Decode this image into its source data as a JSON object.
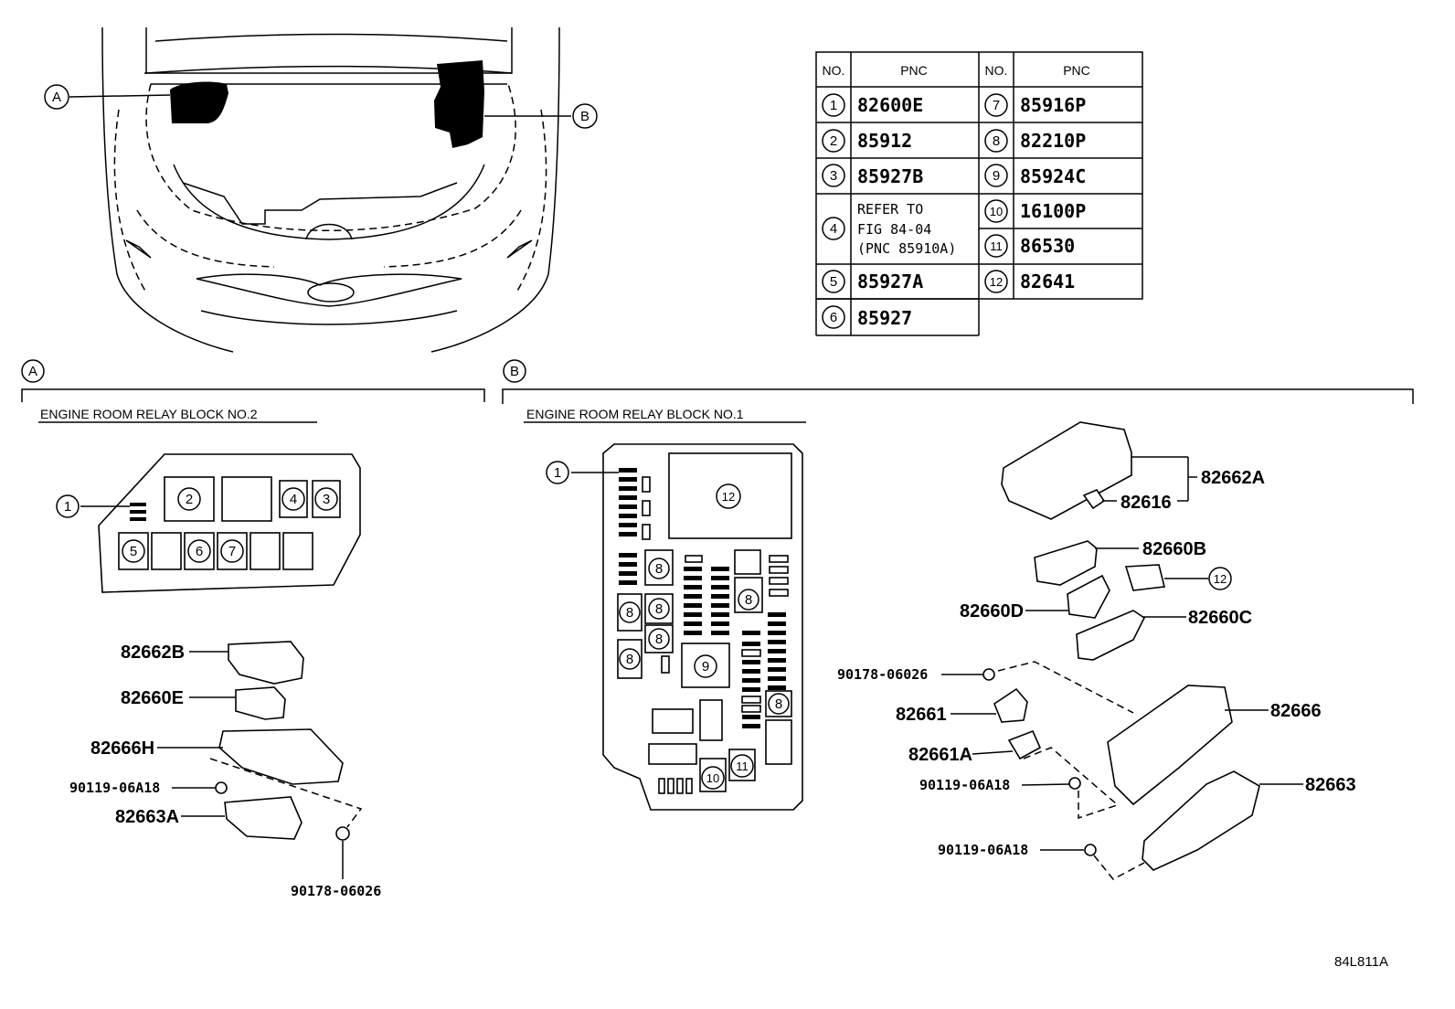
{
  "overview": {
    "callout_a": "A",
    "callout_b": "B"
  },
  "table": {
    "header_no": "NO.",
    "header_pnc": "PNC",
    "left": [
      {
        "no": "1",
        "pnc": "82600E"
      },
      {
        "no": "2",
        "pnc": "85912"
      },
      {
        "no": "3",
        "pnc": "85927B"
      },
      {
        "no": "4",
        "pnc_lines": [
          "REFER TO",
          "FIG 84-04",
          "(PNC 85910A)"
        ]
      },
      {
        "no": "5",
        "pnc": "85927A"
      },
      {
        "no": "6",
        "pnc": "85927"
      }
    ],
    "right": [
      {
        "no": "7",
        "pnc": "85916P"
      },
      {
        "no": "8",
        "pnc": "82210P"
      },
      {
        "no": "9",
        "pnc": "85924C"
      },
      {
        "no": "10",
        "pnc": "16100P"
      },
      {
        "no": "11",
        "pnc": "86530"
      },
      {
        "no": "12",
        "pnc": "82641"
      }
    ]
  },
  "section_a": {
    "marker": "A",
    "title": "ENGINE ROOM RELAY BLOCK NO.2",
    "block_numbers": [
      "1",
      "2",
      "3",
      "4",
      "5",
      "6",
      "7"
    ],
    "parts": [
      "82662B",
      "82660E",
      "82666H",
      "90119-06A18",
      "82663A",
      "90178-06026"
    ]
  },
  "section_b": {
    "marker": "B",
    "title": "ENGINE ROOM RELAY BLOCK NO.1",
    "block_numbers": [
      "1",
      "12",
      "8",
      "9",
      "10",
      "11"
    ],
    "parts": [
      "82662A",
      "82616",
      "82660B",
      "12",
      "82660D",
      "82660C",
      "90178-06026",
      "82666",
      "82661",
      "82661A",
      "90119-06A18",
      "82663",
      "90119-06A18"
    ]
  },
  "figure_code": "84L811A"
}
